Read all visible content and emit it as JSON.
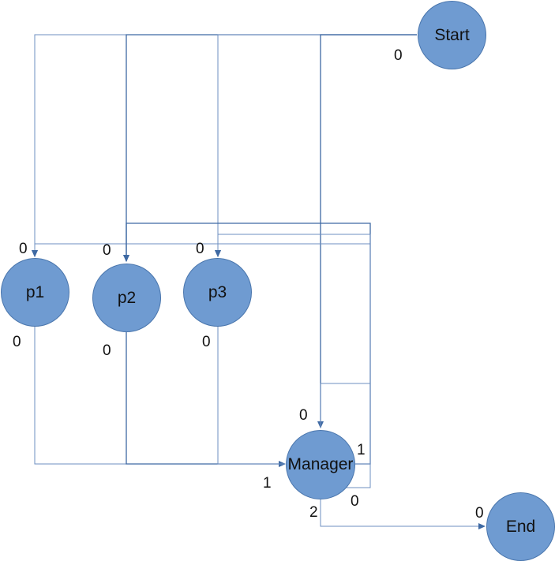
{
  "diagram": {
    "nodes": [
      {
        "id": "start",
        "label": "Start"
      },
      {
        "id": "p1",
        "label": "p1"
      },
      {
        "id": "p2",
        "label": "p2"
      },
      {
        "id": "p3",
        "label": "p3"
      },
      {
        "id": "manager",
        "label": "Manager"
      },
      {
        "id": "end",
        "label": "End"
      }
    ],
    "ports": {
      "start_out": "0",
      "p1_in": "0",
      "p2_in": "0",
      "p3_in": "0",
      "p1_out": "0",
      "p2_out": "0",
      "p3_out": "0",
      "manager_in_top": "0",
      "manager_in_left": "1",
      "manager_out_right": "1",
      "manager_out_loop": "0",
      "manager_out_bottom": "2",
      "end_in": "0"
    },
    "edges": [
      {
        "from": "start",
        "to": "p1"
      },
      {
        "from": "start",
        "to": "p2"
      },
      {
        "from": "start",
        "to": "p3"
      },
      {
        "from": "start",
        "to": "manager"
      },
      {
        "from": "p1",
        "to": "manager"
      },
      {
        "from": "p2",
        "to": "manager"
      },
      {
        "from": "p3",
        "to": "manager"
      },
      {
        "from": "manager",
        "to": "p1"
      },
      {
        "from": "manager",
        "to": "p2"
      },
      {
        "from": "manager",
        "to": "p3"
      },
      {
        "from": "manager",
        "to": "manager"
      },
      {
        "from": "manager",
        "to": "end"
      }
    ]
  }
}
